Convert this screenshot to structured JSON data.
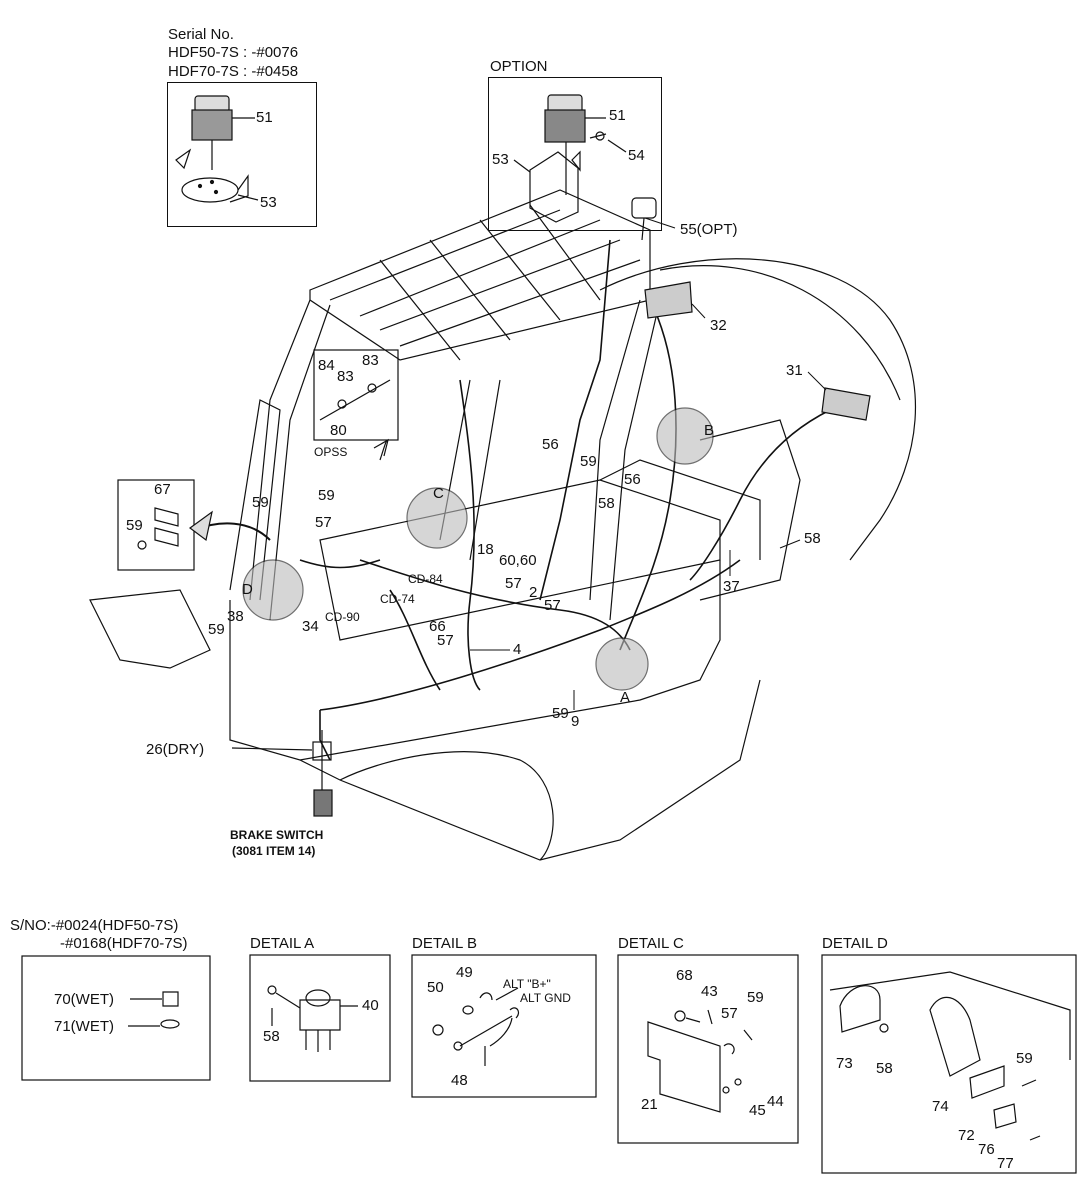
{
  "serial_block": {
    "line1": "Serial No.",
    "line2": "HDF50-7S : -#0076",
    "line3": "HDF70-7S : -#0458"
  },
  "option_title": "OPTION",
  "opss_label": "OPSS",
  "brake_switch": {
    "line1": "BRAKE SWITCH",
    "line2": "(3081 ITEM 14)"
  },
  "sno_note": {
    "line1": "S/NO:-#0024(HDF50-7S)",
    "line2": "-#0168(HDF70-7S)"
  },
  "details": {
    "a": "DETAIL A",
    "b": "DETAIL B",
    "c": "DETAIL C",
    "d": "DETAIL D"
  },
  "callouts": {
    "serial_51": "51",
    "serial_53": "53",
    "opt_51": "51",
    "opt_53": "53",
    "opt_54": "54",
    "c55": "55(OPT)",
    "c32": "32",
    "c31": "31",
    "o84": "84",
    "o83a": "83",
    "o83b": "83",
    "o80": "80",
    "c67": "67",
    "c59_flag": "59",
    "c59_a": "59",
    "c59_b": "59",
    "c57_a": "57",
    "c56_a": "56",
    "c59_c": "59",
    "c56_b": "56",
    "c58_a": "58",
    "ref_b": "B",
    "ref_c": "C",
    "ref_d": "D",
    "ref_a": "A",
    "c18": "18",
    "c6060": "60,60",
    "c57_b": "57",
    "c2": "2",
    "c57_c": "57",
    "c66": "66",
    "c57_d": "57",
    "c4": "4",
    "cd84": "CD-84",
    "cd74": "CD-74",
    "cd90": "CD-90",
    "c38": "38",
    "c59_d": "59",
    "c34": "34",
    "c58_b": "58",
    "c37": "37",
    "c59_e": "59",
    "c9": "9",
    "c26": "26(DRY)",
    "w70": "70(WET)",
    "w71": "71(WET)",
    "da_58": "58",
    "da_40": "40",
    "db_50": "50",
    "db_49": "49",
    "db_48": "48",
    "db_altb": "ALT \"B+\"",
    "db_altgnd": "ALT GND",
    "dc_68": "68",
    "dc_43": "43",
    "dc_57": "57",
    "dc_59": "59",
    "dc_21": "21",
    "dc_45": "45",
    "dc_44": "44",
    "dd_73": "73",
    "dd_58": "58",
    "dd_59": "59",
    "dd_74": "74",
    "dd_72": "72",
    "dd_76": "76",
    "dd_77": "77"
  }
}
